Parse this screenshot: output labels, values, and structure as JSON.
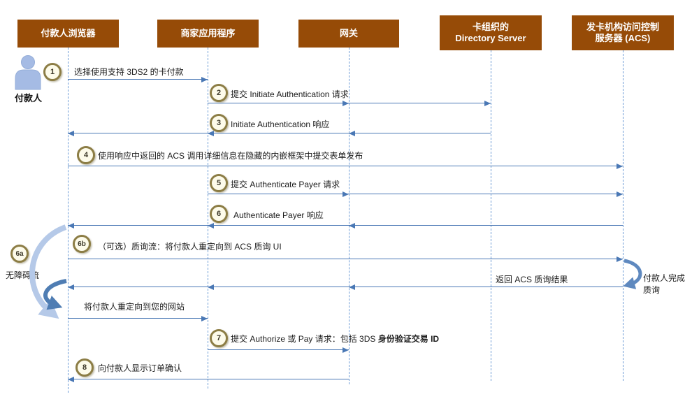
{
  "diagram_type": "sequence-diagram",
  "lanes": [
    {
      "title": "付款人浏览器"
    },
    {
      "title": "商家应用程序"
    },
    {
      "title": "网关"
    },
    {
      "title": "卡组织的\nDirectory Server"
    },
    {
      "title": "发卡机构访问控制\n服务器 (ACS)"
    }
  ],
  "actor": {
    "label": "付款人"
  },
  "steps": {
    "s1": {
      "num": "1",
      "label": "选择使用支持 3DS2 的卡付款"
    },
    "s2": {
      "num": "2",
      "label": "提交 Initiate Authentication 请求"
    },
    "s3": {
      "num": "3",
      "label": "Initiate Authentication 响应"
    },
    "s4": {
      "num": "4",
      "label": "使用响应中返回的 ACS 调用详细信息在隐藏的内嵌框架中提交表单发布"
    },
    "s5": {
      "num": "5",
      "label": "提交 Authenticate Payer 请求"
    },
    "s6": {
      "num": "6",
      "label": "Authenticate Payer 响应"
    },
    "s6a": {
      "num": "6a",
      "label": "无障碍流"
    },
    "s6b": {
      "num": "6b",
      "label": "（可选）质询流：将付款人重定向到 ACS 质询 UI"
    },
    "return_result": {
      "label": "返回 ACS 质询结果"
    },
    "payer_completes": {
      "label": "付款人完成\n质询"
    },
    "redirect_site": {
      "label": "将付款人重定向到您的网站"
    },
    "s7": {
      "num": "7",
      "label_prefix": "提交 Authorize 或 Pay 请求：包括 3DS ",
      "label_bold": "身份验证交易 ID"
    },
    "s8": {
      "num": "8",
      "label": "向付款人显示订单确认"
    }
  },
  "colors": {
    "lane_header_bg": "#964B07",
    "lane_header_text": "#FFFFFF",
    "arrow_blue": "#4A78B5",
    "lifeline_blue": "#6F9DD6",
    "badge_ring": "#8C7D45",
    "badge_fill": "#FDFBEA",
    "curve_light_blue": "#B5C9E8",
    "curve_dark_blue": "#4F7DB3",
    "actor_blue": "#A5BBE4"
  }
}
